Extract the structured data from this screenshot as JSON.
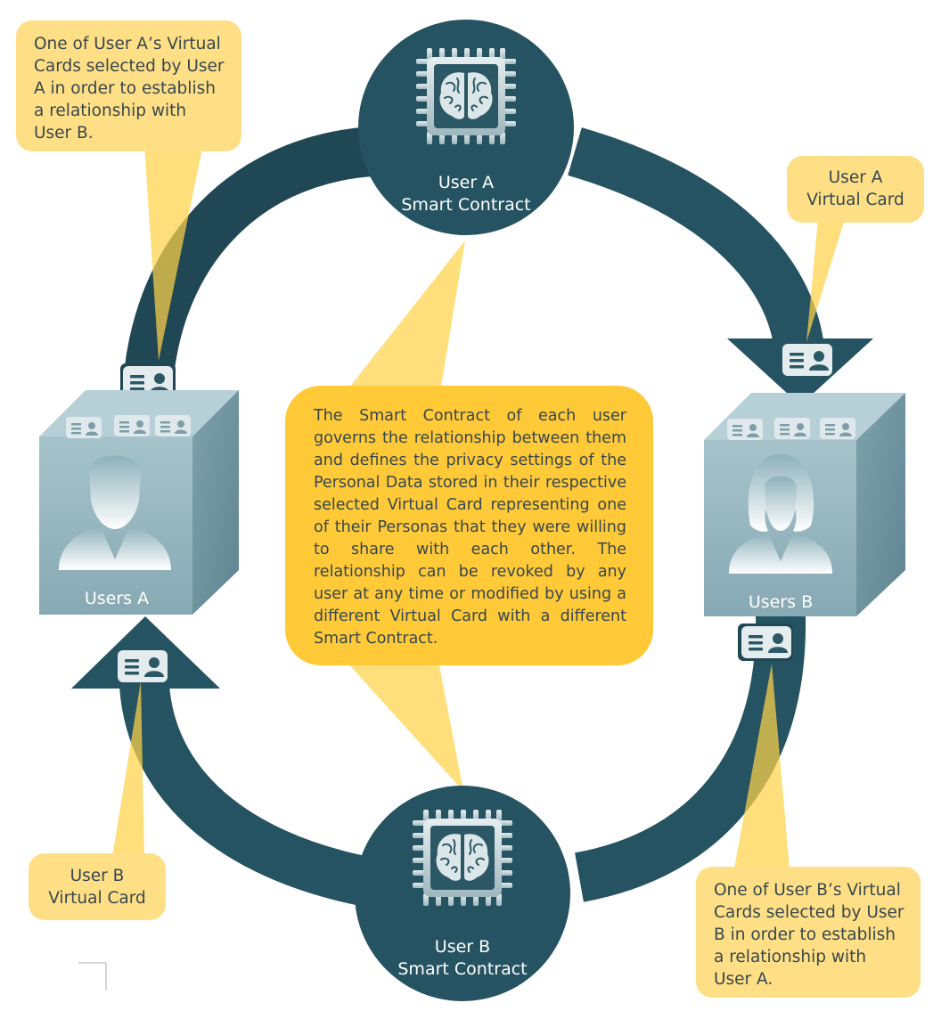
{
  "nodes": {
    "contract_a": {
      "line1": "User A",
      "line2": "Smart Contract"
    },
    "contract_b": {
      "line1": "User B",
      "line2": "Smart Contract"
    },
    "user_a": {
      "label": "Users A"
    },
    "user_b": {
      "label": "Users B"
    }
  },
  "callouts": {
    "top_left": {
      "lines": [
        "One of User A’s Virtual",
        "Cards selected by User",
        "A in order to establish",
        "a relationship with",
        "User B."
      ]
    },
    "top_right": {
      "lines": [
        "User A",
        "Virtual Card"
      ]
    },
    "bottom_left": {
      "lines": [
        "User B",
        "Virtual Card"
      ]
    },
    "bottom_right": {
      "lines": [
        "One of User B’s Virtual",
        "Cards selected by User",
        "B in order to establish",
        "a relationship with",
        "User A."
      ]
    },
    "center": {
      "text": "The Smart Contract of each user governs the relationship between them and defines the privacy settings of the Personal Data stored in their respective selected Virtual Card representing one of their Personas that they were willing to share with each other. The relationship can be revoked by any user at any time or modified by using a different Virtual Card with a different Smart Contract."
    }
  },
  "colors": {
    "ring": "#265361",
    "node": "#265361",
    "callout_light": "#ffdf85",
    "callout_dark": "#ffc937",
    "cube_front": "#8fb2bc",
    "cube_top": "#b7d0d7",
    "cube_side": "#6f949f",
    "text_dark": "#36474f",
    "text_light": "#ffffff"
  },
  "icons": [
    "brain-chip-icon",
    "id-card-icon",
    "male-user-icon",
    "female-user-icon"
  ]
}
